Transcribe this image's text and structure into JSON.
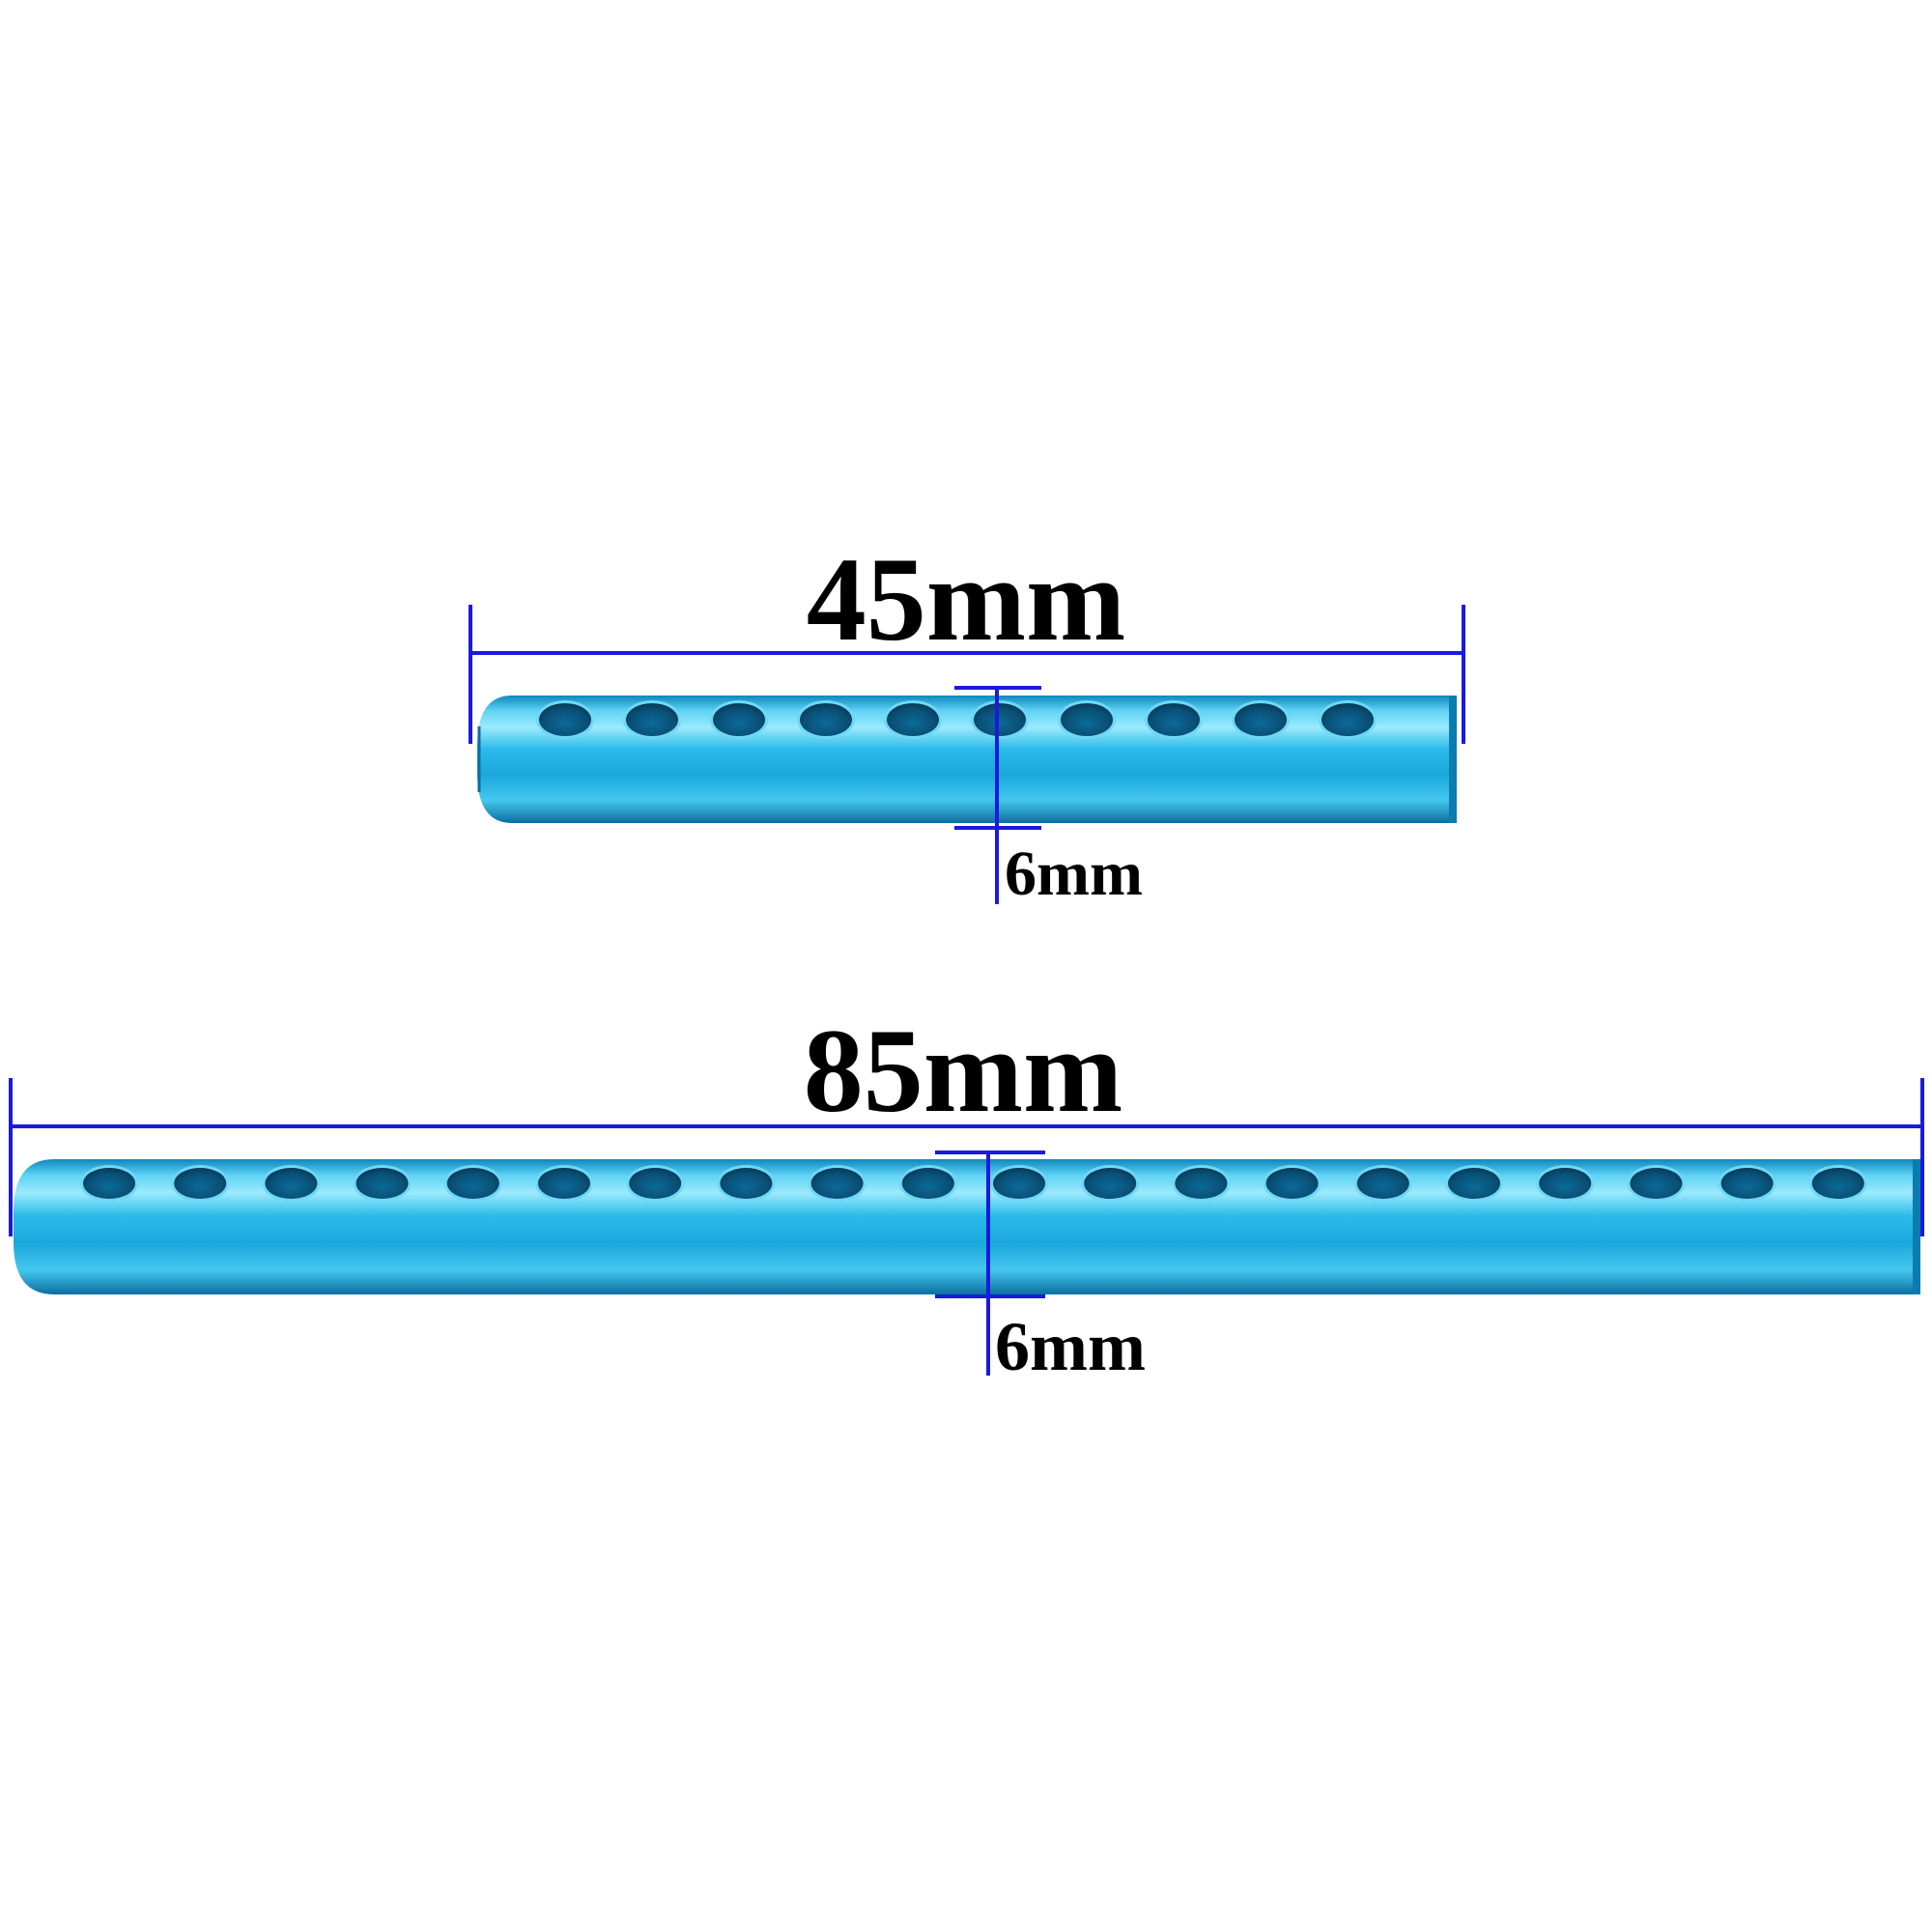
{
  "colors": {
    "dimension_line": "#1a1adf",
    "rod_light": "#8fe4fb",
    "rod_mid": "#1fb3e6",
    "rod_dark": "#0b72a6",
    "hole": "#0a5f8a",
    "text": "#000000",
    "background": "#ffffff"
  },
  "rods": [
    {
      "length_label": "45mm",
      "diameter_label": "6mm",
      "hole_count": 10
    },
    {
      "length_label": "85mm",
      "diameter_label": "6mm",
      "hole_count": 20
    }
  ]
}
